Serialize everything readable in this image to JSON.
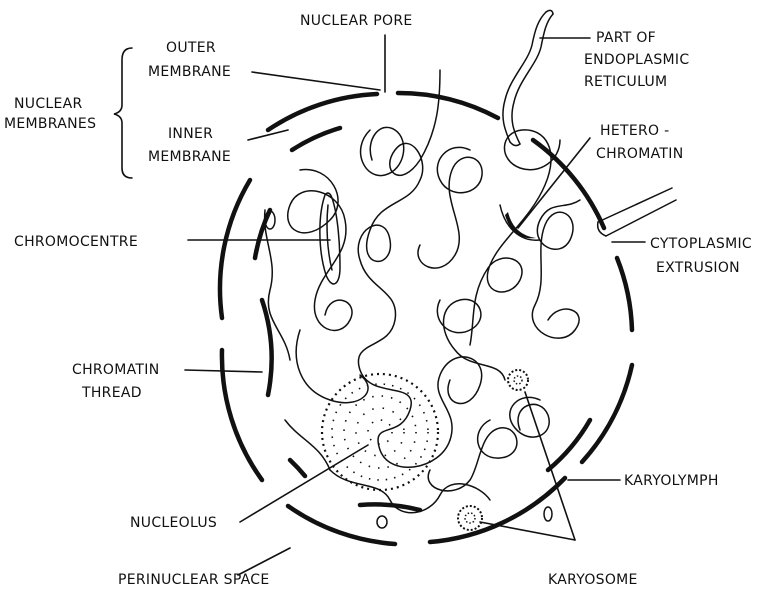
{
  "labels": {
    "nuclear_pore": "NUCLEAR PORE",
    "part_of": "PART OF",
    "endoplasmic": "ENDOPLASMIC",
    "reticulum": "RETICULUM",
    "outer": "OUTER",
    "membrane_outer": "MEMBRANE",
    "nuclear": "NUCLEAR",
    "membranes": "MEMBRANES",
    "inner": "INNER",
    "membrane_inner": "MEMBRANE",
    "hetero": "HETERO -",
    "chromatin_h": "CHROMATIN",
    "chromocentre": "CHROMOCENTRE",
    "cytoplasmic": "CYTOPLASMIC",
    "extrusion": "EXTRUSION",
    "chromatin": "CHROMATIN",
    "thread": "THREAD",
    "karyolymph": "KARYOLYMPH",
    "nucleolus": "NUCLEOLUS",
    "perinuclear_space": "PERINUCLEAR SPACE",
    "karyosome": "KARYOSOME"
  }
}
